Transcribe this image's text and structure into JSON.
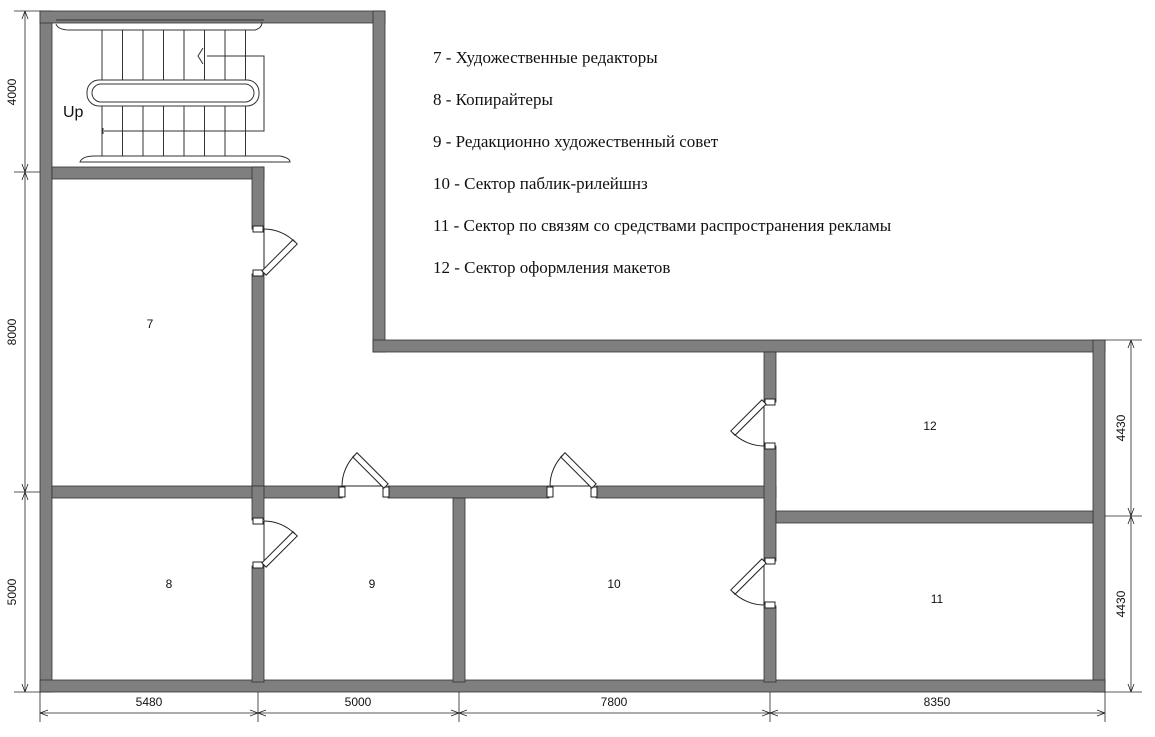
{
  "legend": [
    "7 - Художественные редакторы",
    "8 - Копирайтеры",
    "9 - Редакционно художественный совет",
    "10 - Сектор паблик-рилейшнз",
    "11 - Сектор по связям со средствами распространения рекламы",
    "12 - Сектор оформления макетов"
  ],
  "rooms": {
    "r7": "7",
    "r8": "8",
    "r9": "9",
    "r10": "10",
    "r11": "11",
    "r12": "12"
  },
  "stairs": {
    "label": "Up"
  },
  "dimensions": {
    "bottom": [
      "5480",
      "5000",
      "7800",
      "8350"
    ],
    "left": [
      "4000",
      "8000",
      "5000"
    ],
    "right": [
      "4430",
      "4430"
    ]
  },
  "colors": {
    "wall": "#7f7f7f",
    "background": "#ffffff"
  }
}
